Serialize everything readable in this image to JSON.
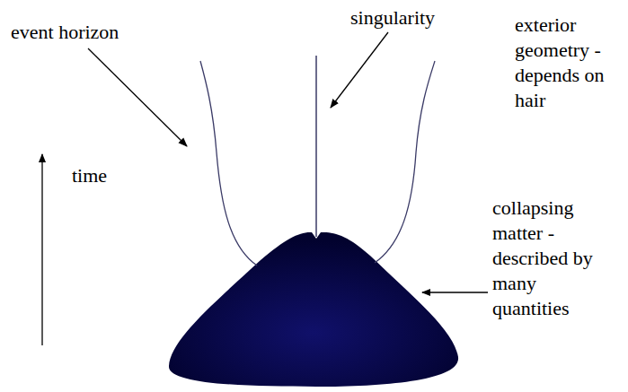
{
  "diagram": {
    "labels": [
      "event horizon",
      "singularity",
      "exterior geometry - depends on hair",
      "time",
      "collapsing matter - described by many quantities"
    ]
  }
}
